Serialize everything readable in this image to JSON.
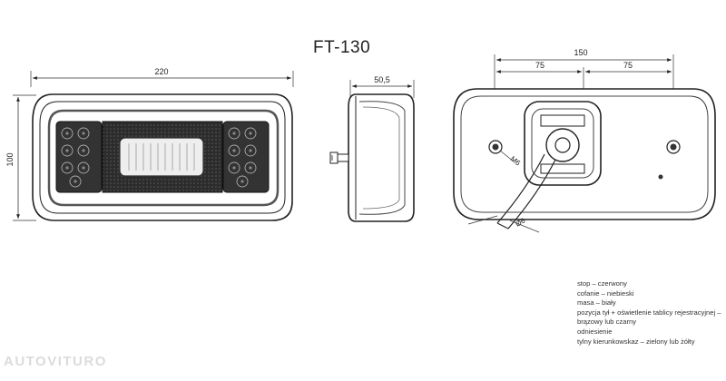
{
  "title": "FT-130",
  "dimensions": {
    "front_width": "220",
    "front_height": "100",
    "side_depth": "50,5",
    "rear_spacing": "150",
    "rear_half_left": "75",
    "rear_half_right": "75",
    "screw_size": "M6",
    "cable_diameter": "Ø6"
  },
  "legend": [
    "stop – czerwony",
    "cofanie – niebieski",
    "masa – biały",
    "pozycja tył + oświetlenie tablicy rejestracyjnej – brązowy lub czarny",
    "odniesienie",
    "tylny kierunkowskaz – zielony lub żółty"
  ],
  "watermark": "AUTOVITURO",
  "colors": {
    "line": "#222222",
    "panel": "#3a3a3a",
    "light_panel": "#dcdcdc"
  }
}
